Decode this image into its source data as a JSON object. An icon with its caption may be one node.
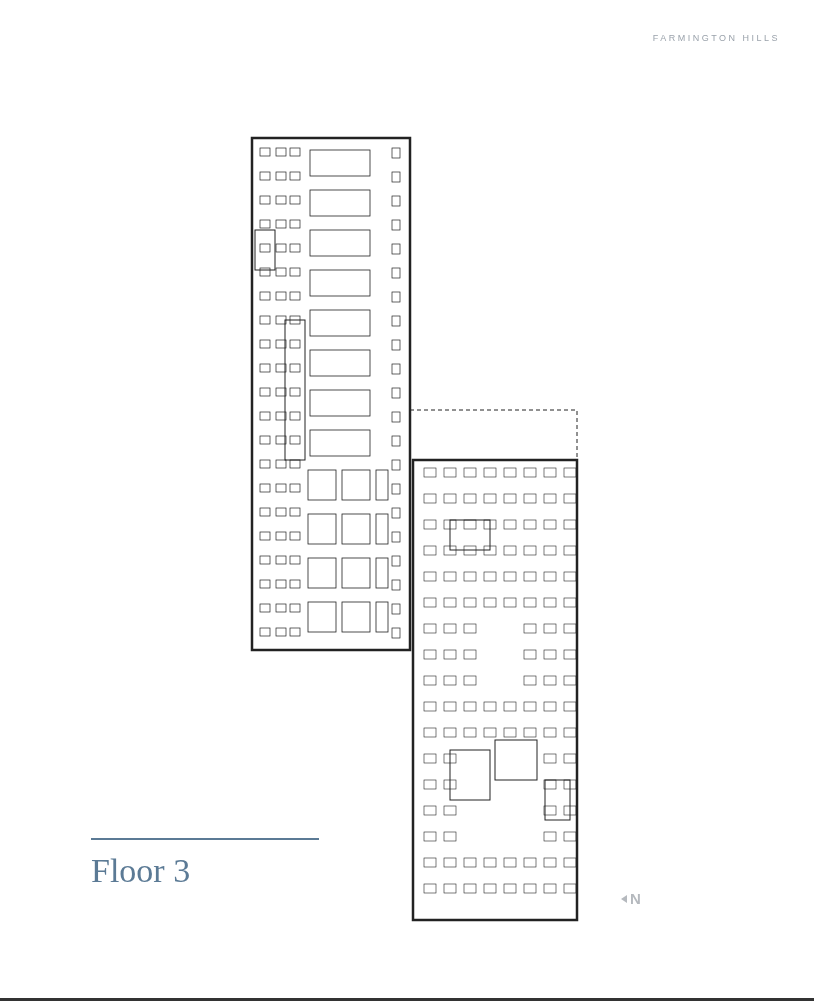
{
  "diagram": {
    "title": "Floor 3",
    "labels": [
      "FARMINGTON HILLS",
      "N"
    ]
  }
}
